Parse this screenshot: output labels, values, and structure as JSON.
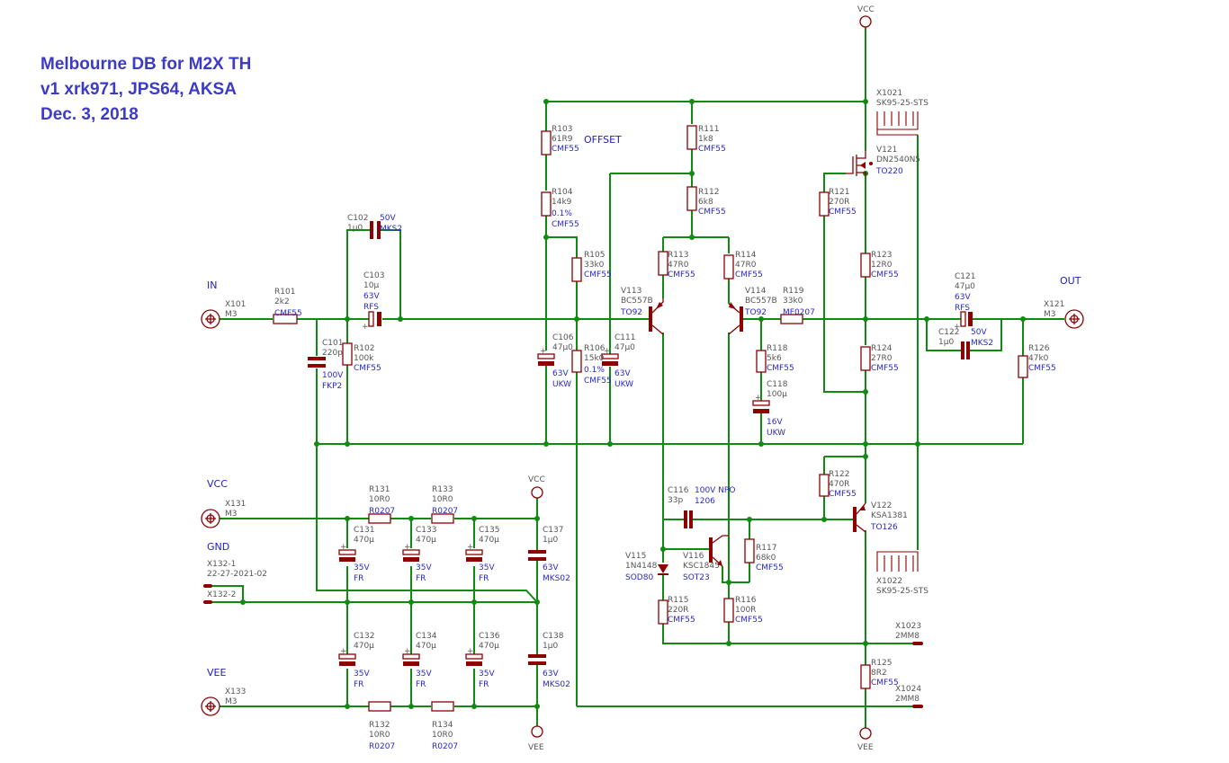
{
  "title": {
    "line1": "Melbourne DB for M2X TH",
    "line2": "v1 xrk971, JPS64, AKSA",
    "line3": "Dec. 3, 2018"
  },
  "labels": {
    "in": "IN",
    "out": "OUT",
    "offset": "OFFSET",
    "vcc": "VCC",
    "gnd": "GND",
    "vee": "VEE",
    "vcc_top": "VCC",
    "vee_bottom": "VEE",
    "vcc_psu": "VCC",
    "vee_psu": "VEE"
  },
  "components": [
    {
      "id": "X101",
      "ref": "X101",
      "val": "M3",
      "pkg": "",
      "spec": ""
    },
    {
      "id": "R101",
      "ref": "R101",
      "val": "2k2",
      "pkg": "CMF55",
      "spec": ""
    },
    {
      "id": "C101",
      "ref": "C101",
      "val": "220p",
      "pkg": "FKP2",
      "spec": "100V"
    },
    {
      "id": "C102",
      "ref": "C102",
      "val": "1µ0",
      "pkg": "MKS2",
      "spec": "50V"
    },
    {
      "id": "C103",
      "ref": "C103",
      "val": "10µ",
      "pkg": "RFS",
      "spec": "63V"
    },
    {
      "id": "R102",
      "ref": "R102",
      "val": "100k",
      "pkg": "CMF55",
      "spec": ""
    },
    {
      "id": "R103",
      "ref": "R103",
      "val": "61R9",
      "pkg": "CMF55",
      "spec": ""
    },
    {
      "id": "R104",
      "ref": "R104",
      "val": "14k9",
      "pkg": "CMF55",
      "spec": "0.1%"
    },
    {
      "id": "R105",
      "ref": "R105",
      "val": "33k0",
      "pkg": "CMF55",
      "spec": ""
    },
    {
      "id": "C106",
      "ref": "C106",
      "val": "47µ0",
      "pkg": "UKW",
      "spec": "63V"
    },
    {
      "id": "R106",
      "ref": "R106",
      "val": "15k0",
      "pkg": "CMF55",
      "spec": "0.1%"
    },
    {
      "id": "C111",
      "ref": "C111",
      "val": "47µ0",
      "pkg": "UKW",
      "spec": "63V"
    },
    {
      "id": "R111",
      "ref": "R111",
      "val": "1k8",
      "pkg": "CMF55",
      "spec": ""
    },
    {
      "id": "R112",
      "ref": "R112",
      "val": "6k8",
      "pkg": "CMF55",
      "spec": ""
    },
    {
      "id": "R113",
      "ref": "R113",
      "val": "47R0",
      "pkg": "CMF55",
      "spec": ""
    },
    {
      "id": "R114",
      "ref": "R114",
      "val": "47R0",
      "pkg": "CMF55",
      "spec": ""
    },
    {
      "id": "V113",
      "ref": "V113",
      "val": "BC557B",
      "pkg": "TO92",
      "spec": ""
    },
    {
      "id": "V114",
      "ref": "V114",
      "val": "BC557B",
      "pkg": "TO92",
      "spec": ""
    },
    {
      "id": "R119",
      "ref": "R119",
      "val": "33k0",
      "pkg": "MF0207",
      "spec": ""
    },
    {
      "id": "R118",
      "ref": "R118",
      "val": "5k6",
      "pkg": "CMF55",
      "spec": ""
    },
    {
      "id": "C118",
      "ref": "C118",
      "val": "100µ",
      "pkg": "UKW",
      "spec": "16V"
    },
    {
      "id": "X1021",
      "ref": "X1021",
      "val": "SK95-25-STS",
      "pkg": "",
      "spec": ""
    },
    {
      "id": "V121",
      "ref": "V121",
      "val": "DN2540N5",
      "pkg": "TO220",
      "spec": ""
    },
    {
      "id": "R121",
      "ref": "R121",
      "val": "270R",
      "pkg": "CMF55",
      "spec": ""
    },
    {
      "id": "R123",
      "ref": "R123",
      "val": "12R0",
      "pkg": "CMF55",
      "spec": ""
    },
    {
      "id": "R124",
      "ref": "R124",
      "val": "27R0",
      "pkg": "CMF55",
      "spec": ""
    },
    {
      "id": "C121",
      "ref": "C121",
      "val": "47µ0",
      "pkg": "RFS",
      "spec": "63V"
    },
    {
      "id": "C122",
      "ref": "C122",
      "val": "1µ0",
      "pkg": "MKS2",
      "spec": "50V"
    },
    {
      "id": "R126",
      "ref": "R126",
      "val": "47k0",
      "pkg": "CMF55",
      "spec": ""
    },
    {
      "id": "X121",
      "ref": "X121",
      "val": "M3",
      "pkg": "",
      "spec": ""
    },
    {
      "id": "R122",
      "ref": "R122",
      "val": "470R",
      "pkg": "CMF55",
      "spec": ""
    },
    {
      "id": "V122",
      "ref": "V122",
      "val": "KSA1381",
      "pkg": "TO126",
      "spec": ""
    },
    {
      "id": "X1022",
      "ref": "X1022",
      "val": "SK95-25-STS",
      "pkg": "",
      "spec": ""
    },
    {
      "id": "C116",
      "ref": "C116",
      "val": "33p",
      "pkg": "1206",
      "spec": "100V NPO"
    },
    {
      "id": "V115",
      "ref": "V115",
      "val": "1N4148",
      "pkg": "SOD80",
      "spec": ""
    },
    {
      "id": "V116",
      "ref": "V116",
      "val": "KSC1845",
      "pkg": "SOT23",
      "spec": ""
    },
    {
      "id": "R117",
      "ref": "R117",
      "val": "68k0",
      "pkg": "CMF55",
      "spec": ""
    },
    {
      "id": "R115",
      "ref": "R115",
      "val": "220R",
      "pkg": "CMF55",
      "spec": ""
    },
    {
      "id": "R116",
      "ref": "R116",
      "val": "100R",
      "pkg": "CMF55",
      "spec": ""
    },
    {
      "id": "X1023",
      "ref": "X1023",
      "val": "2MM8",
      "pkg": "",
      "spec": ""
    },
    {
      "id": "R125",
      "ref": "R125",
      "val": "8R2",
      "pkg": "CMF55",
      "spec": ""
    },
    {
      "id": "X1024",
      "ref": "X1024",
      "val": "2MM8",
      "pkg": "",
      "spec": ""
    },
    {
      "id": "X131",
      "ref": "X131",
      "val": "M3",
      "pkg": "",
      "spec": ""
    },
    {
      "id": "X132",
      "ref": "X132-1",
      "val": "22-27-2021-02",
      "pkg": "",
      "spec": "X132-2"
    },
    {
      "id": "X133",
      "ref": "X133",
      "val": "M3",
      "pkg": "",
      "spec": ""
    },
    {
      "id": "R131",
      "ref": "R131",
      "val": "10R0",
      "pkg": "R0207",
      "spec": ""
    },
    {
      "id": "R133",
      "ref": "R133",
      "val": "10R0",
      "pkg": "R0207",
      "spec": ""
    },
    {
      "id": "R132",
      "ref": "R132",
      "val": "10R0",
      "pkg": "R0207",
      "spec": ""
    },
    {
      "id": "R134",
      "ref": "R134",
      "val": "10R0",
      "pkg": "R0207",
      "spec": ""
    },
    {
      "id": "C131",
      "ref": "C131",
      "val": "470µ",
      "pkg": "FR",
      "spec": "35V"
    },
    {
      "id": "C133",
      "ref": "C133",
      "val": "470µ",
      "pkg": "FR",
      "spec": "35V"
    },
    {
      "id": "C135",
      "ref": "C135",
      "val": "470µ",
      "pkg": "FR",
      "spec": "35V"
    },
    {
      "id": "C137",
      "ref": "C137",
      "val": "1µ0",
      "pkg": "MKS02",
      "spec": "63V"
    },
    {
      "id": "C132",
      "ref": "C132",
      "val": "470µ",
      "pkg": "FR",
      "spec": "35V"
    },
    {
      "id": "C134",
      "ref": "C134",
      "val": "470µ",
      "pkg": "FR",
      "spec": "35V"
    },
    {
      "id": "C136",
      "ref": "C136",
      "val": "470µ",
      "pkg": "FR",
      "spec": "35V"
    },
    {
      "id": "C138",
      "ref": "C138",
      "val": "1µ0",
      "pkg": "MKS02",
      "spec": "63V"
    }
  ]
}
